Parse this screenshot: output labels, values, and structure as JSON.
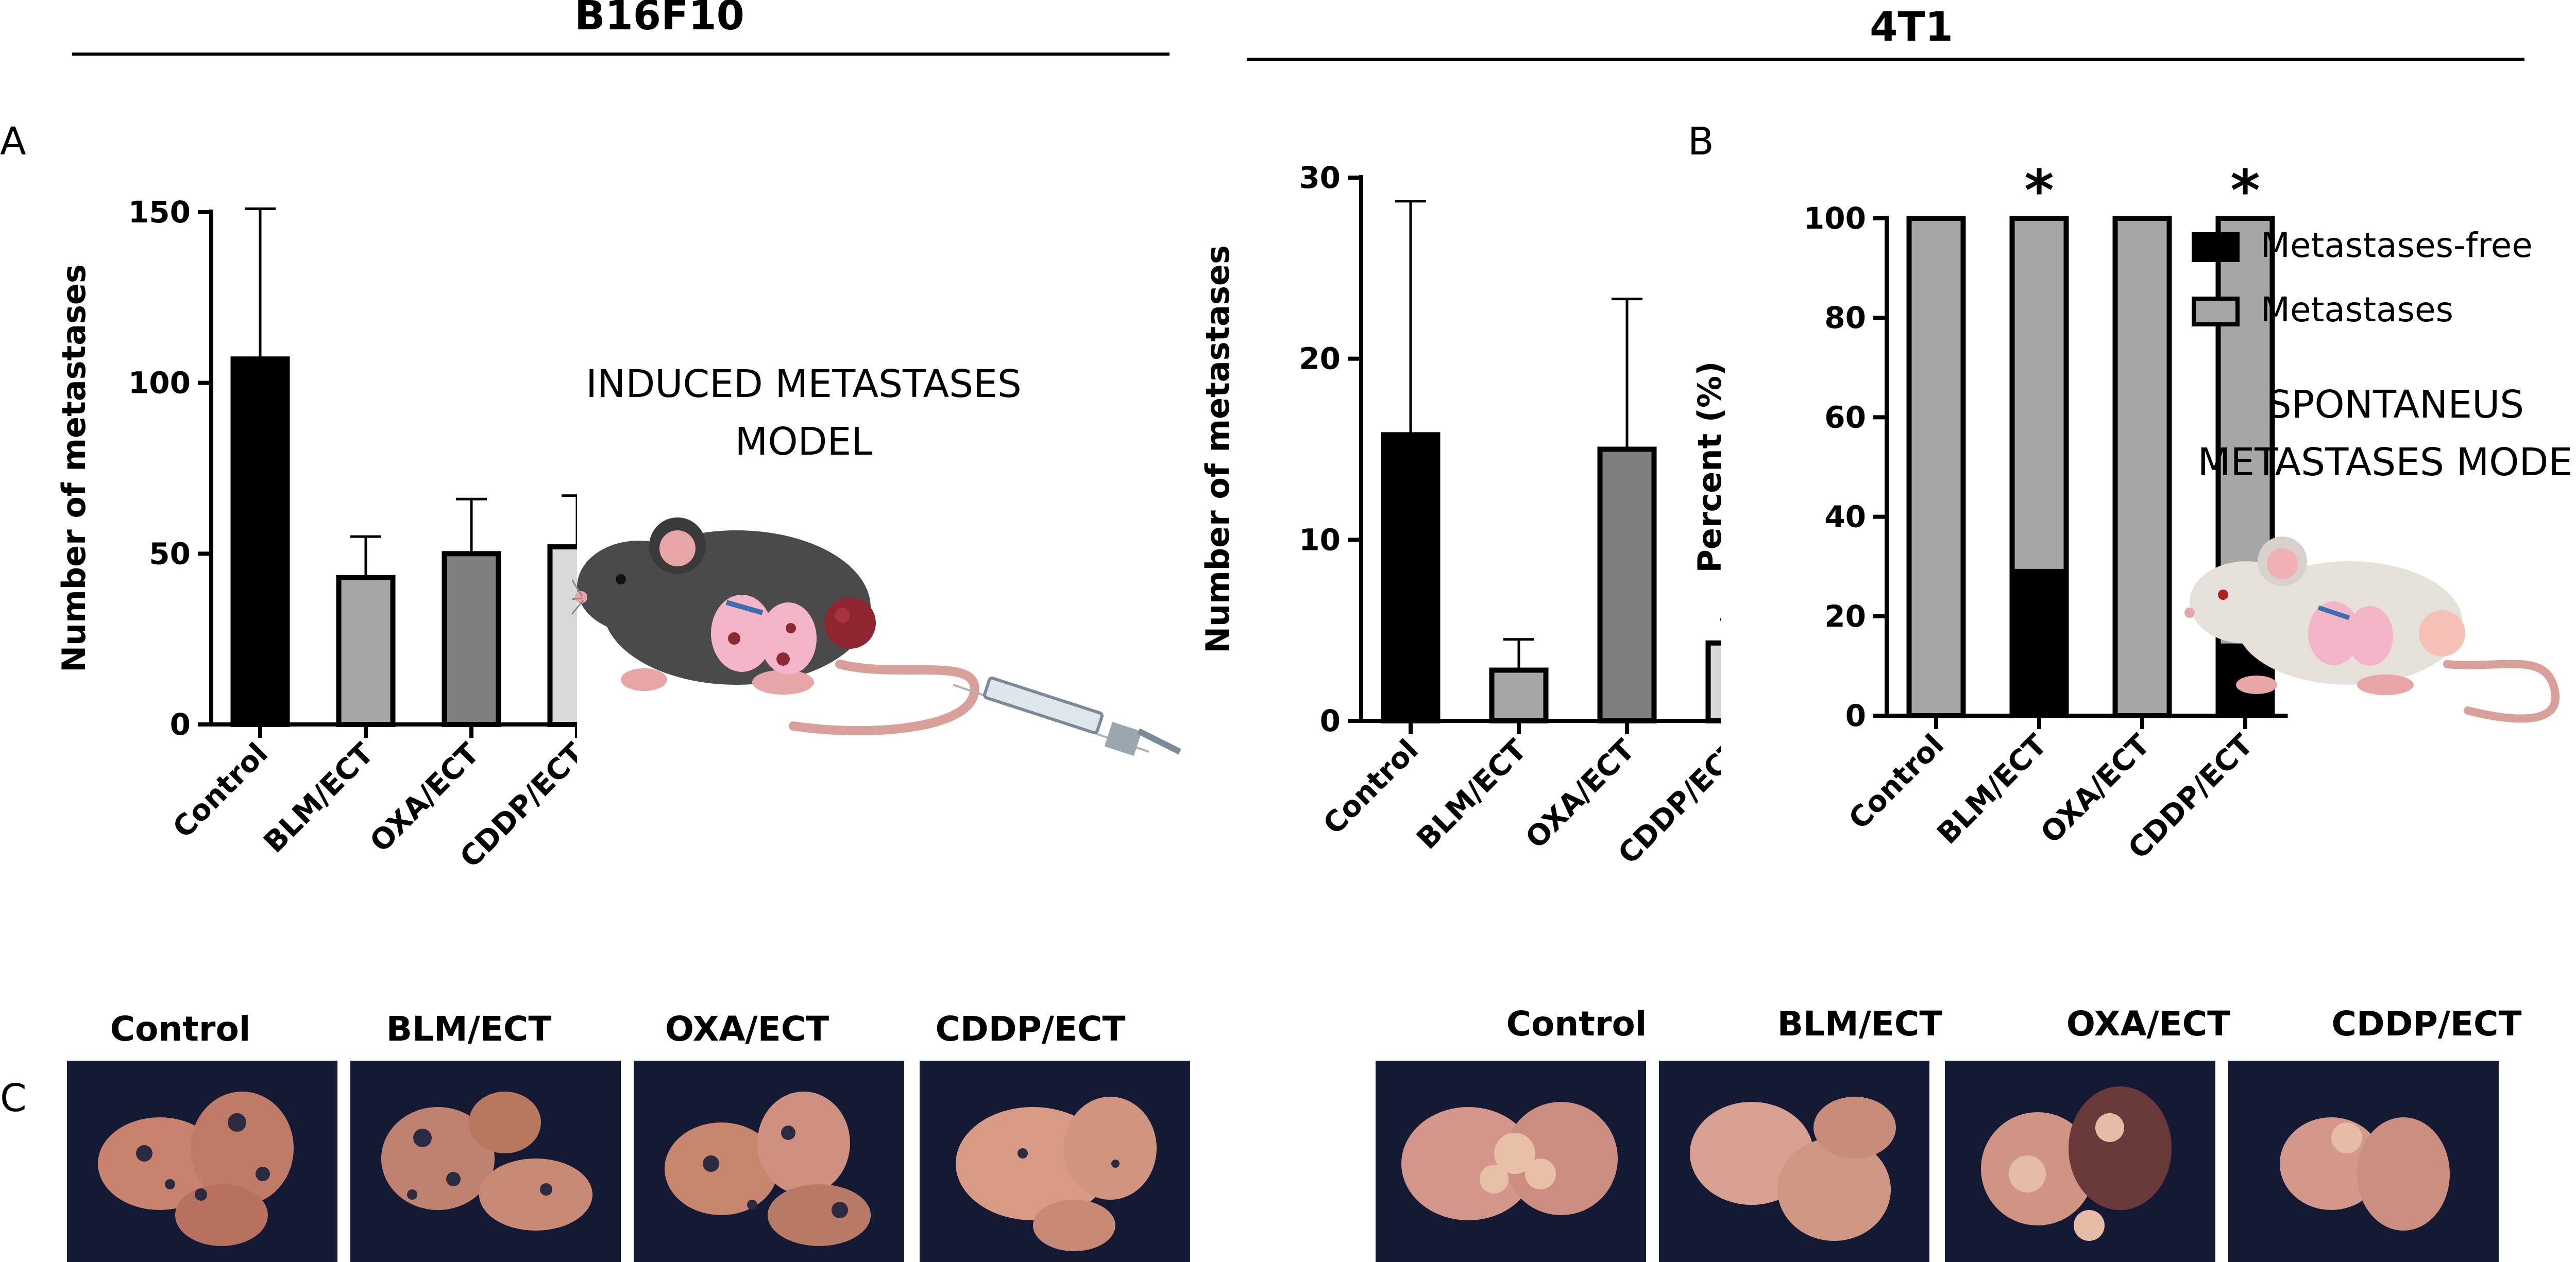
{
  "headers": {
    "left": "B16F10",
    "right": "4T1"
  },
  "panel_letters": {
    "a": "A",
    "b": "B",
    "c": "C"
  },
  "models": {
    "induced": [
      "INDUCED METASTASES",
      "MODEL"
    ],
    "spontaneous": [
      "SPONTANEUS",
      "METASTASES MODEL"
    ]
  },
  "photo_labels": {
    "b16f10": [
      "Control",
      "BLM/ECT",
      "OXA/ECT",
      "CDDP/ECT"
    ],
    "t41": [
      "Control",
      "BLM/ECT",
      "OXA/ECT",
      "CDDP/ECT"
    ]
  },
  "colors": {
    "black": "#000000",
    "grey1": "#a6a6a6",
    "grey2": "#7f7f7f",
    "grey3": "#d9d9d9",
    "photo_bg": "#141a33"
  },
  "chart_data": [
    {
      "type": "bar",
      "panel": "A-B16F10",
      "categories": [
        "Control",
        "BLM/ECT",
        "OXA/ECT",
        "CDDP/ECT"
      ],
      "values": [
        107,
        43,
        50,
        52
      ],
      "errors": [
        44,
        12,
        16,
        15
      ],
      "ylabel": "Number of metastases",
      "ylim": [
        0,
        150
      ],
      "yticks": [
        0,
        50,
        100,
        150
      ],
      "colors": [
        "#000000",
        "#a6a6a6",
        "#7f7f7f",
        "#d9d9d9"
      ]
    },
    {
      "type": "bar",
      "panel": "A-4T1",
      "categories": [
        "Control",
        "BLM/ECT",
        "OXA/ECT",
        "CDDP/ECT"
      ],
      "values": [
        15.8,
        2.8,
        15.0,
        4.3
      ],
      "errors": [
        12.9,
        1.7,
        8.3,
        1.3
      ],
      "ylabel": "Number of metastases",
      "ylim": [
        0,
        30
      ],
      "yticks": [
        0,
        10,
        20,
        30
      ],
      "colors": [
        "#000000",
        "#a6a6a6",
        "#7f7f7f",
        "#d9d9d9"
      ]
    },
    {
      "type": "bar",
      "stacked": true,
      "panel": "B-4T1",
      "categories": [
        "Control",
        "BLM/ECT",
        "OXA/ECT",
        "CDDP/ECT"
      ],
      "series": [
        {
          "name": "Metastases-free",
          "values": [
            0,
            29,
            0,
            14
          ],
          "color": "#000000"
        },
        {
          "name": "Metastases",
          "values": [
            100,
            71,
            100,
            86
          ],
          "color": "#a6a6a6"
        }
      ],
      "significance": [
        "",
        "*",
        "",
        "*"
      ],
      "ylabel": "Percent (%)",
      "ylim": [
        0,
        100
      ],
      "yticks": [
        0,
        20,
        40,
        60,
        80,
        100
      ],
      "legend": "top-right"
    }
  ]
}
